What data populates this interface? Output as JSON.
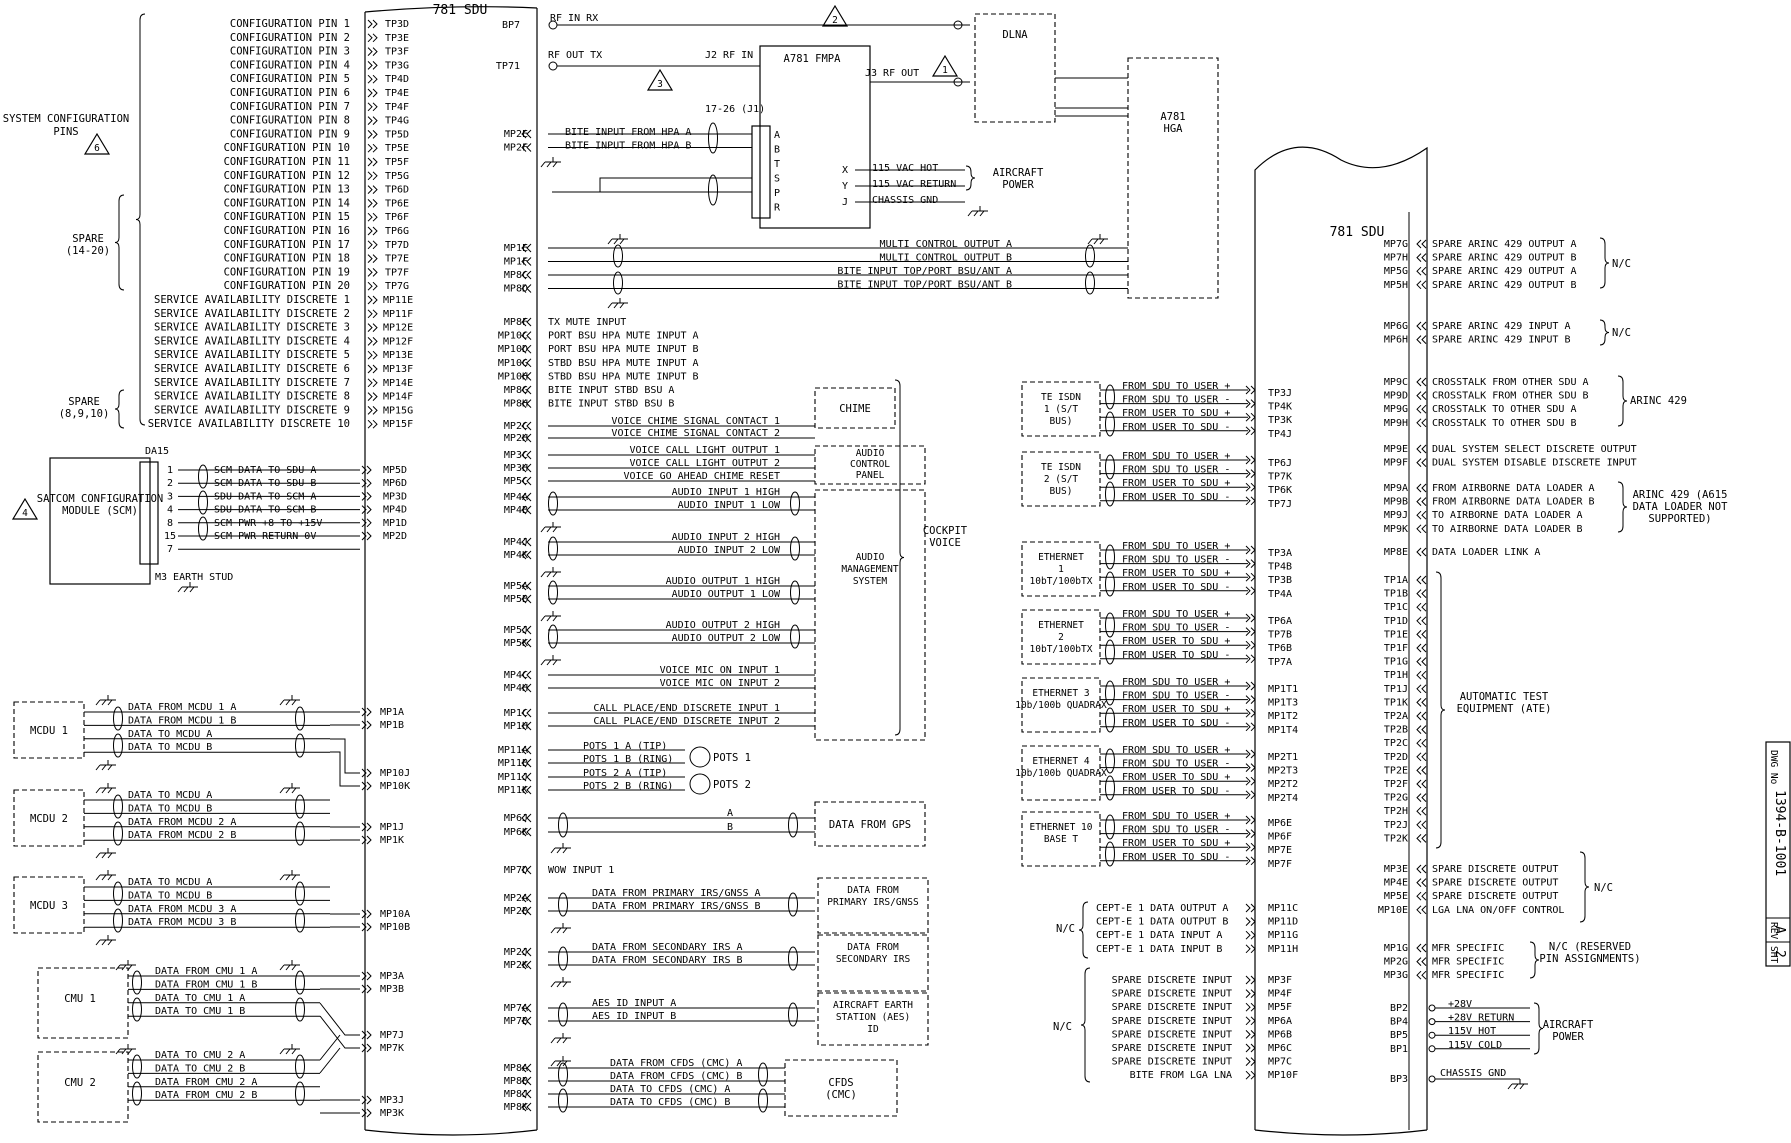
{
  "title_strip": {
    "dwg_no_label": "DWG No",
    "dwg_no": "1394-B-1001",
    "rev_label": "REV",
    "rev": "A",
    "sht_label": "SHT",
    "sht": "2"
  },
  "sdu_left": {
    "title": "781 SDU",
    "config_group_label": "SYSTEM CONFIGURATION PINS",
    "config_note": "6",
    "spare_1420": "SPARE (14-20)",
    "spare_8910": "SPARE (8,9,10)",
    "config_rows": [
      {
        "label": "CONFIGURATION PIN 1",
        "pin": "TP3D"
      },
      {
        "label": "CONFIGURATION PIN 2",
        "pin": "TP3E"
      },
      {
        "label": "CONFIGURATION PIN 3",
        "pin": "TP3F"
      },
      {
        "label": "CONFIGURATION PIN 4",
        "pin": "TP3G"
      },
      {
        "label": "CONFIGURATION PIN 5",
        "pin": "TP4D"
      },
      {
        "label": "CONFIGURATION PIN 6",
        "pin": "TP4E"
      },
      {
        "label": "CONFIGURATION PIN 7",
        "pin": "TP4F"
      },
      {
        "label": "CONFIGURATION PIN 8",
        "pin": "TP4G"
      },
      {
        "label": "CONFIGURATION PIN 9",
        "pin": "TP5D"
      },
      {
        "label": "CONFIGURATION PIN 10",
        "pin": "TP5E"
      },
      {
        "label": "CONFIGURATION PIN 11",
        "pin": "TP5F"
      },
      {
        "label": "CONFIGURATION PIN 12",
        "pin": "TP5G"
      },
      {
        "label": "CONFIGURATION PIN 13",
        "pin": "TP6D"
      },
      {
        "label": "CONFIGURATION PIN 14",
        "pin": "TP6E"
      },
      {
        "label": "CONFIGURATION PIN 15",
        "pin": "TP6F"
      },
      {
        "label": "CONFIGURATION PIN 16",
        "pin": "TP6G"
      },
      {
        "label": "CONFIGURATION PIN 17",
        "pin": "TP7D"
      },
      {
        "label": "CONFIGURATION PIN 18",
        "pin": "TP7E"
      },
      {
        "label": "CONFIGURATION PIN 19",
        "pin": "TP7F"
      },
      {
        "label": "CONFIGURATION PIN 20",
        "pin": "TP7G"
      }
    ],
    "service_rows": [
      {
        "label": "SERVICE AVAILABILITY DISCRETE 1",
        "pin": "MP11E"
      },
      {
        "label": "SERVICE AVAILABILITY DISCRETE 2",
        "pin": "MP11F"
      },
      {
        "label": "SERVICE AVAILABILITY DISCRETE 3",
        "pin": "MP12E"
      },
      {
        "label": "SERVICE AVAILABILITY DISCRETE 4",
        "pin": "MP12F"
      },
      {
        "label": "SERVICE AVAILABILITY DISCRETE 5",
        "pin": "MP13E"
      },
      {
        "label": "SERVICE AVAILABILITY DISCRETE 6",
        "pin": "MP13F"
      },
      {
        "label": "SERVICE AVAILABILITY DISCRETE 7",
        "pin": "MP14E"
      },
      {
        "label": "SERVICE AVAILABILITY DISCRETE 8",
        "pin": "MP14F"
      },
      {
        "label": "SERVICE AVAILABILITY DISCRETE 9",
        "pin": "MP15G"
      },
      {
        "label": "SERVICE AVAILABILITY DISCRETE 10",
        "pin": "MP15F"
      }
    ],
    "scm": {
      "name": "SATCOM CONFIGURATION MODULE (SCM)",
      "note": "4",
      "connector": "DA15",
      "earth": "M3 EARTH STUD",
      "rows": [
        {
          "num": "1",
          "label": "SCM DATA TO SDU A",
          "pin": "MP5D"
        },
        {
          "num": "2",
          "label": "SCM DATA TO SDU B",
          "pin": "MP6D"
        },
        {
          "num": "3",
          "label": "SDU DATA TO SCM A",
          "pin": "MP3D"
        },
        {
          "num": "4",
          "label": "SDU DATA TO SCM B",
          "pin": "MP4D"
        },
        {
          "num": "8",
          "label": "SCM PWR +8 TO +15V",
          "pin": "MP1D"
        },
        {
          "num": "15",
          "label": "SCM PWR RETURN 0V",
          "pin": "MP2D"
        },
        {
          "num": "7",
          "label": "",
          "pin": ""
        }
      ]
    },
    "mcdu": [
      {
        "name": "MCDU 1",
        "rows": [
          "DATA FROM MCDU 1 A",
          "DATA FROM MCDU 1 B",
          "DATA TO MCDU A",
          "DATA TO MCDU B"
        ],
        "pins": [
          "MP1A",
          "MP1B"
        ]
      },
      {
        "name": "MCDU 2",
        "rows": [
          "DATA TO MCDU A",
          "DATA TO MCDU B",
          "DATA FROM MCDU 2 A",
          "DATA FROM MCDU 2 B"
        ],
        "pins": [
          "MP1J",
          "MP1K"
        ]
      },
      {
        "name": "MCDU 3",
        "rows": [
          "DATA TO MCDU A",
          "DATA TO MCDU B",
          "DATA FROM MCDU 3 A",
          "DATA FROM MCDU 3 B"
        ],
        "pins": [
          "MP10A",
          "MP10B"
        ]
      }
    ],
    "mcdu_shared_pins": [
      "MP10J",
      "MP10K"
    ],
    "cmu": [
      {
        "name": "CMU 1",
        "rows": [
          "DATA FROM CMU 1 A",
          "DATA FROM CMU 1 B",
          "DATA TO CMU 1 A",
          "DATA TO CMU 1 B"
        ],
        "pins": [
          "MP3A",
          "MP3B"
        ]
      },
      {
        "name": "CMU 2",
        "rows": [
          "DATA TO CMU 2 A",
          "DATA TO CMU 2 B",
          "DATA FROM CMU 2 A",
          "DATA FROM CMU 2 B"
        ],
        "pins": [
          "MP3J",
          "MP3K"
        ]
      }
    ],
    "cmu_shared_pins": [
      "MP7J",
      "MP7K"
    ]
  },
  "center": {
    "bp7": "BP7",
    "rf_in_rx": "RF IN RX",
    "tp71": "TP71",
    "rf_out_tx": "RF OUT TX",
    "j2_rf_in": "J2 RF IN",
    "j3_rf_out": "J3 RF OUT",
    "fmpa": "A781 FMPA",
    "fmpa_conn": "17-26 (J1)",
    "dlna": "DLNA",
    "hga": "A781 HGA",
    "note1": "1",
    "note2": "2",
    "note3": "3",
    "fmpa_pins": [
      "A",
      "B",
      "T",
      "S",
      "P",
      "R"
    ],
    "hpa_rows": [
      {
        "pin": "MP2E",
        "label": "BITE INPUT FROM HPA A"
      },
      {
        "pin": "MP2F",
        "label": "BITE INPUT FROM HPA B"
      }
    ],
    "power_rows": [
      {
        "pin": "X",
        "label": "115 VAC HOT"
      },
      {
        "pin": "Y",
        "label": "115 VAC RETURN"
      },
      {
        "pin": "J",
        "label": "CHASSIS GND"
      }
    ],
    "aircraft_power": "AIRCRAFT POWER",
    "multi_rows": [
      {
        "pin": "MP1E",
        "label": "MULTI CONTROL OUTPUT A"
      },
      {
        "pin": "MP1F",
        "label": "MULTI CONTROL OUTPUT B"
      },
      {
        "pin": "MP8C",
        "label": "BITE INPUT TOP/PORT BSU/ANT A"
      },
      {
        "pin": "MP8D",
        "label": "BITE INPUT TOP/PORT BSU/ANT B"
      }
    ],
    "mute_rows": [
      {
        "pin": "MP8F",
        "label": "TX MUTE INPUT"
      },
      {
        "pin": "MP10C",
        "label": "PORT BSU HPA MUTE INPUT A"
      },
      {
        "pin": "MP10D",
        "label": "PORT BSU HPA MUTE INPUT B"
      },
      {
        "pin": "MP10G",
        "label": "STBD BSU HPA MUTE INPUT A"
      },
      {
        "pin": "MP10H",
        "label": "STBD BSU HPA MUTE INPUT B"
      },
      {
        "pin": "MP8G",
        "label": "BITE INPUT STBD BSU A"
      },
      {
        "pin": "MP8H",
        "label": "BITE INPUT STBD BSU B"
      }
    ],
    "voice_rows": [
      {
        "pin": "MP2C",
        "label": "VOICE CHIME SIGNAL CONTACT 1"
      },
      {
        "pin": "MP2H",
        "label": "VOICE CHIME SIGNAL CONTACT 2"
      },
      {
        "pin": "MP3C",
        "label": "VOICE CALL LIGHT OUTPUT 1"
      },
      {
        "pin": "MP3H",
        "label": "VOICE CALL LIGHT OUTPUT 2"
      },
      {
        "pin": "MP5C",
        "label": "VOICE GO AHEAD CHIME RESET"
      },
      {
        "pin": "MP4A",
        "label": "AUDIO INPUT 1 HIGH"
      },
      {
        "pin": "MP4B",
        "label": "AUDIO INPUT 1 LOW"
      },
      {
        "pin": "MP4J",
        "label": "AUDIO INPUT 2 HIGH"
      },
      {
        "pin": "MP4K",
        "label": "AUDIO INPUT 2 LOW"
      },
      {
        "pin": "MP5A",
        "label": "AUDIO OUTPUT 1 HIGH"
      },
      {
        "pin": "MP5B",
        "label": "AUDIO OUTPUT 1 LOW"
      },
      {
        "pin": "MP5J",
        "label": "AUDIO OUTPUT 2 HIGH"
      },
      {
        "pin": "MP5K",
        "label": "AUDIO OUTPUT 2 LOW"
      },
      {
        "pin": "MP4C",
        "label": "VOICE MIC ON INPUT 1"
      },
      {
        "pin": "MP4H",
        "label": "VOICE MIC ON INPUT 2"
      },
      {
        "pin": "MP1C",
        "label": "CALL PLACE/END DISCRETE INPUT 1"
      },
      {
        "pin": "MP1H",
        "label": "CALL PLACE/END DISCRETE INPUT 2"
      }
    ],
    "chime": "CHIME",
    "audio_ctrl": "AUDIO CONTROL PANEL",
    "ams": "AUDIO MANAGEMENT SYSTEM",
    "cockpit_voice": "COCKPIT VOICE",
    "pots_rows": [
      {
        "pin": "MP11A",
        "label": "POTS 1 A (TIP)"
      },
      {
        "pin": "MP11B",
        "label": "POTS 1 B (RING)"
      },
      {
        "pin": "MP11J",
        "label": "POTS 2 A (TIP)"
      },
      {
        "pin": "MP11K",
        "label": "POTS 2 B (RING)"
      }
    ],
    "pots1": "POTS 1",
    "pots2": "POTS 2",
    "gps_pins": [
      "MP6J",
      "MP6K"
    ],
    "gps_ab": [
      "A",
      "B"
    ],
    "gps": "DATA FROM GPS",
    "wow": {
      "pin": "MP7D",
      "label": "WOW INPUT 1"
    },
    "irs_rows": [
      {
        "pin": "MP2A",
        "label": "DATA FROM PRIMARY IRS/GNSS A"
      },
      {
        "pin": "MP2B",
        "label": "DATA FROM PRIMARY IRS/GNSS B"
      },
      {
        "pin": "MP2J",
        "label": "DATA FROM SECONDARY IRS A"
      },
      {
        "pin": "MP2K",
        "label": "DATA FROM SECONDARY IRS B"
      },
      {
        "pin": "MP7A",
        "label": "AES ID INPUT A"
      },
      {
        "pin": "MP7B",
        "label": "AES ID INPUT B"
      }
    ],
    "prim_irs": "DATA FROM PRIMARY IRS/GNSS",
    "sec_irs": "DATA FROM SECONDARY IRS",
    "aes": "AIRCRAFT EARTH STATION (AES) ID",
    "cfds_rows": [
      {
        "pin": "MP8A",
        "label": "DATA FROM CFDS (CMC) A"
      },
      {
        "pin": "MP8B",
        "label": "DATA FROM CFDS (CMC) B"
      },
      {
        "pin": "MP8J",
        "label": "DATA TO CFDS (CMC) A"
      },
      {
        "pin": "MP8K",
        "label": "DATA TO CFDS (CMC) B"
      }
    ],
    "cfds": "CFDS (CMC)"
  },
  "right_left": {
    "groups": [
      {
        "name": "TE ISDN 1 (S/T BUS)",
        "rows": [
          {
            "l": "FROM SDU TO USER +",
            "p": "TP3J"
          },
          {
            "l": "FROM SDU TO USER -",
            "p": "TP4K"
          },
          {
            "l": "FROM USER TO SDU +",
            "p": "TP3K"
          },
          {
            "l": "FROM USER TO SDU -",
            "p": "TP4J"
          }
        ]
      },
      {
        "name": "TE ISDN 2 (S/T BUS)",
        "rows": [
          {
            "l": "FROM SDU TO USER +",
            "p": "TP6J"
          },
          {
            "l": "FROM SDU TO USER -",
            "p": "TP7K"
          },
          {
            "l": "FROM USER TO SDU +",
            "p": "TP6K"
          },
          {
            "l": "FROM USER TO SDU -",
            "p": "TP7J"
          }
        ]
      },
      {
        "name": "ETHERNET 1 10bT/100bTX",
        "rows": [
          {
            "l": "FROM SDU TO USER +",
            "p": "TP3A"
          },
          {
            "l": "FROM SDU TO USER -",
            "p": "TP4B"
          },
          {
            "l": "FROM USER TO SDU +",
            "p": "TP3B"
          },
          {
            "l": "FROM USER TO SDU -",
            "p": "TP4A"
          }
        ]
      },
      {
        "name": "ETHERNET 2 10bT/100bTX",
        "rows": [
          {
            "l": "FROM SDU TO USER +",
            "p": "TP6A"
          },
          {
            "l": "FROM SDU TO USER -",
            "p": "TP7B"
          },
          {
            "l": "FROM USER TO SDU +",
            "p": "TP6B"
          },
          {
            "l": "FROM USER TO SDU -",
            "p": "TP7A"
          }
        ]
      },
      {
        "name": "ETHERNET 3 10b/100b QUADRAX",
        "rows": [
          {
            "l": "FROM SDU TO USER +",
            "p": "MP1T1"
          },
          {
            "l": "FROM SDU TO USER -",
            "p": "MP1T3"
          },
          {
            "l": "FROM USER TO SDU +",
            "p": "MP1T2"
          },
          {
            "l": "FROM USER TO SDU -",
            "p": "MP1T4"
          }
        ]
      },
      {
        "name": "ETHERNET 4 10b/100b QUADRAX",
        "rows": [
          {
            "l": "FROM SDU TO USER +",
            "p": "MP2T1"
          },
          {
            "l": "FROM SDU TO USER -",
            "p": "MP2T3"
          },
          {
            "l": "FROM USER TO SDU +",
            "p": "MP2T2"
          },
          {
            "l": "FROM USER TO SDU -",
            "p": "MP2T4"
          }
        ]
      },
      {
        "name": "ETHERNET 10 BASE T",
        "rows": [
          {
            "l": "FROM SDU TO USER +",
            "p": "MP6E"
          },
          {
            "l": "FROM SDU TO USER -",
            "p": "MP6F"
          },
          {
            "l": "FROM USER TO SDU +",
            "p": "MP7E"
          },
          {
            "l": "FROM USER TO SDU -",
            "p": "MP7F"
          }
        ]
      }
    ],
    "nc": "N/C",
    "cept_rows": [
      {
        "l": "CEPT-E 1 DATA OUTPUT A",
        "p": "MP11C"
      },
      {
        "l": "CEPT-E 1 DATA OUTPUT B",
        "p": "MP11D"
      },
      {
        "l": "CEPT-E 1 DATA INPUT A",
        "p": "MP11G"
      },
      {
        "l": "CEPT-E 1 DATA INPUT B",
        "p": "MP11H"
      }
    ],
    "spare_rows": [
      {
        "l": "SPARE DISCRETE INPUT",
        "p": "MP3F"
      },
      {
        "l": "SPARE DISCRETE INPUT",
        "p": "MP4F"
      },
      {
        "l": "SPARE DISCRETE INPUT",
        "p": "MP5F"
      },
      {
        "l": "SPARE DISCRETE INPUT",
        "p": "MP6A"
      },
      {
        "l": "SPARE DISCRETE INPUT",
        "p": "MP6B"
      },
      {
        "l": "SPARE DISCRETE INPUT",
        "p": "MP6C"
      },
      {
        "l": "SPARE DISCRETE INPUT",
        "p": "MP7C"
      },
      {
        "l": "BITE FROM LGA LNA",
        "p": "MP10F"
      }
    ]
  },
  "sdu_right": {
    "title": "781 SDU",
    "arinc_out": [
      {
        "p": "MP7G",
        "l": "SPARE ARINC 429 OUTPUT A"
      },
      {
        "p": "MP7H",
        "l": "SPARE ARINC 429 OUTPUT B"
      },
      {
        "p": "MP5G",
        "l": "SPARE ARINC 429 OUTPUT A"
      },
      {
        "p": "MP5H",
        "l": "SPARE ARINC 429 OUTPUT B"
      }
    ],
    "arinc_in": [
      {
        "p": "MP6G",
        "l": "SPARE ARINC 429 INPUT A"
      },
      {
        "p": "MP6H",
        "l": "SPARE ARINC 429 INPUT B"
      }
    ],
    "crosstalk": [
      {
        "p": "MP9C",
        "l": "CROSSTALK FROM OTHER SDU A"
      },
      {
        "p": "MP9D",
        "l": "CROSSTALK FROM OTHER SDU B"
      },
      {
        "p": "MP9G",
        "l": "CROSSTALK TO OTHER SDU A"
      },
      {
        "p": "MP9H",
        "l": "CROSSTALK TO OTHER SDU B"
      }
    ],
    "arinc429": "ARINC 429",
    "dual": [
      {
        "p": "MP9E",
        "l": "DUAL SYSTEM SELECT DISCRETE OUTPUT"
      },
      {
        "p": "MP9F",
        "l": "DUAL SYSTEM DISABLE DISCRETE INPUT"
      }
    ],
    "loader": [
      {
        "p": "MP9A",
        "l": "FROM AIRBORNE DATA LOADER A"
      },
      {
        "p": "MP9B",
        "l": "FROM AIRBORNE DATA LOADER B"
      },
      {
        "p": "MP9J",
        "l": "TO AIRBORNE DATA LOADER A"
      },
      {
        "p": "MP9K",
        "l": "TO AIRBORNE DATA LOADER B"
      }
    ],
    "loader_note": "ARINC 429 (A615 DATA LOADER NOT SUPPORTED)",
    "link": {
      "p": "MP8E",
      "l": "DATA LOADER LINK A"
    },
    "ate_pins": [
      "TP1A",
      "TP1B",
      "TP1C",
      "TP1D",
      "TP1E",
      "TP1F",
      "TP1G",
      "TP1H",
      "TP1J",
      "TP1K",
      "TP2A",
      "TP2B",
      "TP2C",
      "TP2D",
      "TP2E",
      "TP2F",
      "TP2G",
      "TP2H",
      "TP2J",
      "TP2K"
    ],
    "ate": "AUTOMATIC TEST EQUIPMENT (ATE)",
    "spare_out": [
      {
        "p": "MP3E",
        "l": "SPARE DISCRETE OUTPUT"
      },
      {
        "p": "MP4E",
        "l": "SPARE DISCRETE OUTPUT"
      },
      {
        "p": "MP5E",
        "l": "SPARE DISCRETE OUTPUT"
      },
      {
        "p": "MP10E",
        "l": "LGA LNA ON/OFF CONTROL"
      }
    ],
    "mfr": [
      {
        "p": "MP1G",
        "l": "MFR SPECIFIC"
      },
      {
        "p": "MP2G",
        "l": "MFR SPECIFIC"
      },
      {
        "p": "MP3G",
        "l": "MFR SPECIFIC"
      }
    ],
    "mfr_note": "N/C (RESERVED PIN ASSIGNMENTS)",
    "power": [
      {
        "p": "BP2",
        "l": "+28V"
      },
      {
        "p": "BP4",
        "l": "+28V RETURN"
      },
      {
        "p": "BP5",
        "l": "115V HOT"
      },
      {
        "p": "BP1",
        "l": "115V COLD"
      }
    ],
    "aircraft_power": "AIRCRAFT POWER",
    "chassis": {
      "p": "BP3",
      "l": "CHASSIS GND"
    }
  }
}
